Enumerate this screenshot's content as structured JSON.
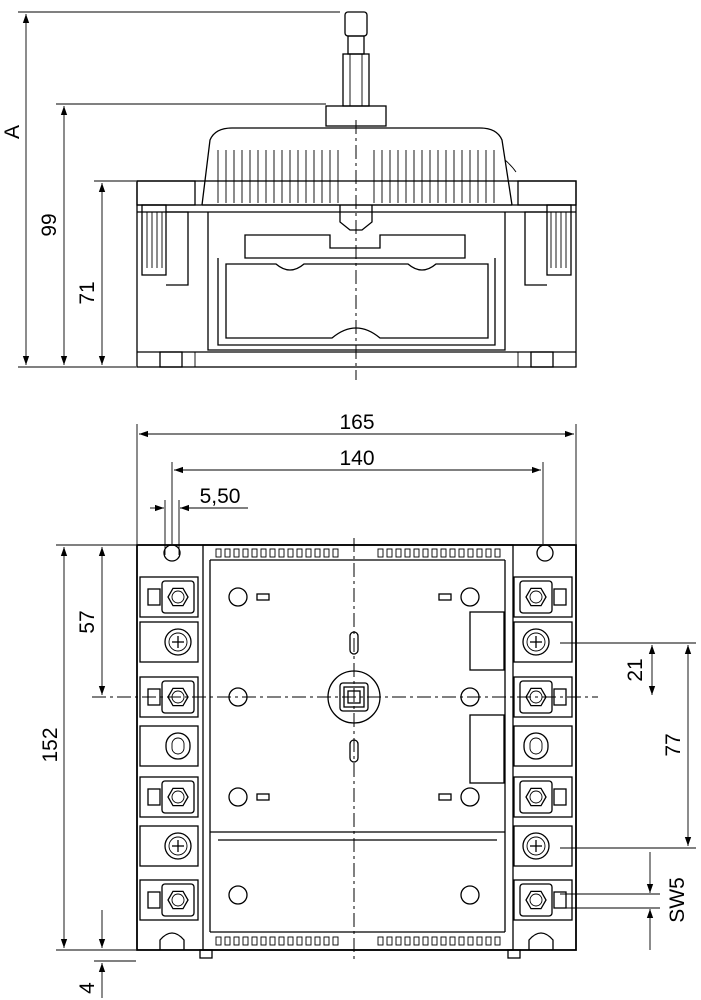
{
  "side_view": {
    "dim_A": "A",
    "dim_99": "99",
    "dim_71": "71"
  },
  "top_view": {
    "dim_165": "165",
    "dim_140": "140",
    "dim_5_50": "5,50",
    "dim_152": "152",
    "dim_57": "57",
    "dim_4": "4",
    "dim_21": "21",
    "dim_77": "77",
    "dim_SW5": "SW5"
  },
  "colors": {
    "line": "#000000",
    "background": "#ffffff",
    "shading": "#d8d8d8"
  }
}
